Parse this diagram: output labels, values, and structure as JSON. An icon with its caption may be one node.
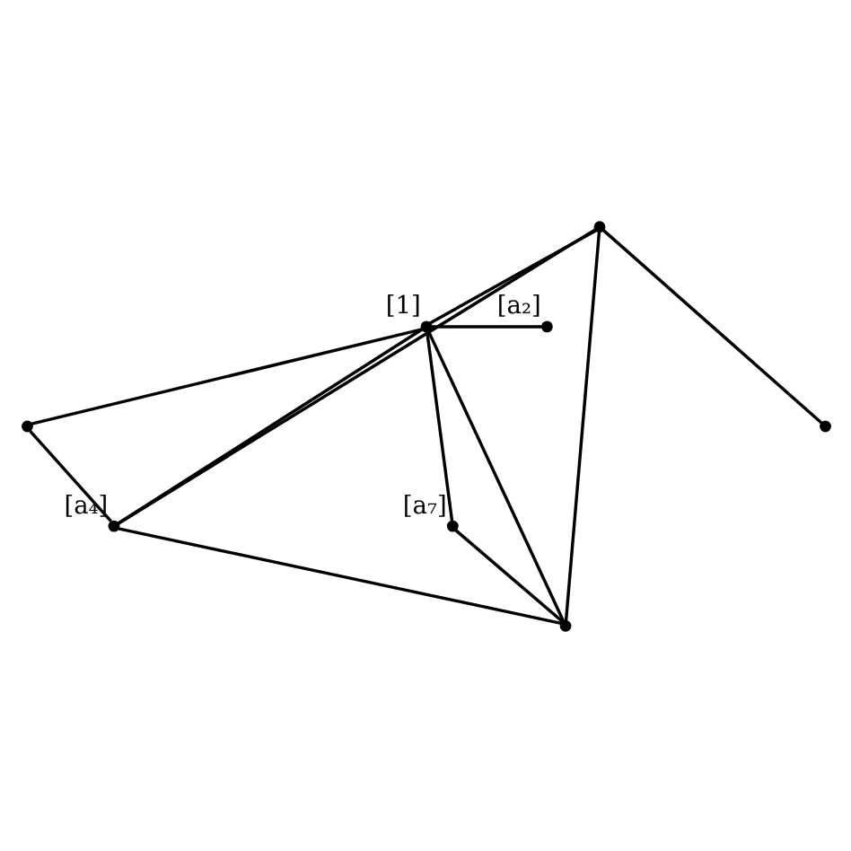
{
  "diagram": {
    "nodes": [
      {
        "text": [],
        "shape": "circle"
      },
      {
        "text": [
          "[a₂]"
        ]
      },
      {
        "text": [
          "[1]"
        ]
      },
      {
        "text": [],
        "shape": "circle"
      },
      {
        "text": [],
        "shape": "circle"
      },
      {
        "text": [
          "[a₄]"
        ]
      },
      {
        "text": [
          "[a₇]"
        ]
      },
      {
        "text": [],
        "shape": "circle"
      }
    ],
    "edges": [
      {
        "from": 1,
        "to": 2,
        "arrow": "none"
      },
      {
        "from": 0,
        "to": 2,
        "arrow": "none"
      },
      {
        "from": 0,
        "to": 4,
        "arrow": "none"
      },
      {
        "from": 0,
        "to": 5,
        "arrow": "none"
      },
      {
        "from": 0,
        "to": 7,
        "arrow": "none"
      },
      {
        "from": 2,
        "to": 3,
        "arrow": "none"
      },
      {
        "from": 2,
        "to": 5,
        "arrow": "none"
      },
      {
        "from": 2,
        "to": 7,
        "arrow": "none"
      },
      {
        "from": 2,
        "to": 6,
        "arrow": "none"
      },
      {
        "from": 3,
        "to": 5,
        "arrow": "none"
      },
      {
        "from": 5,
        "to": 7,
        "arrow": "none"
      },
      {
        "from": 6,
        "to": 7,
        "arrow": "none"
      }
    ]
  }
}
